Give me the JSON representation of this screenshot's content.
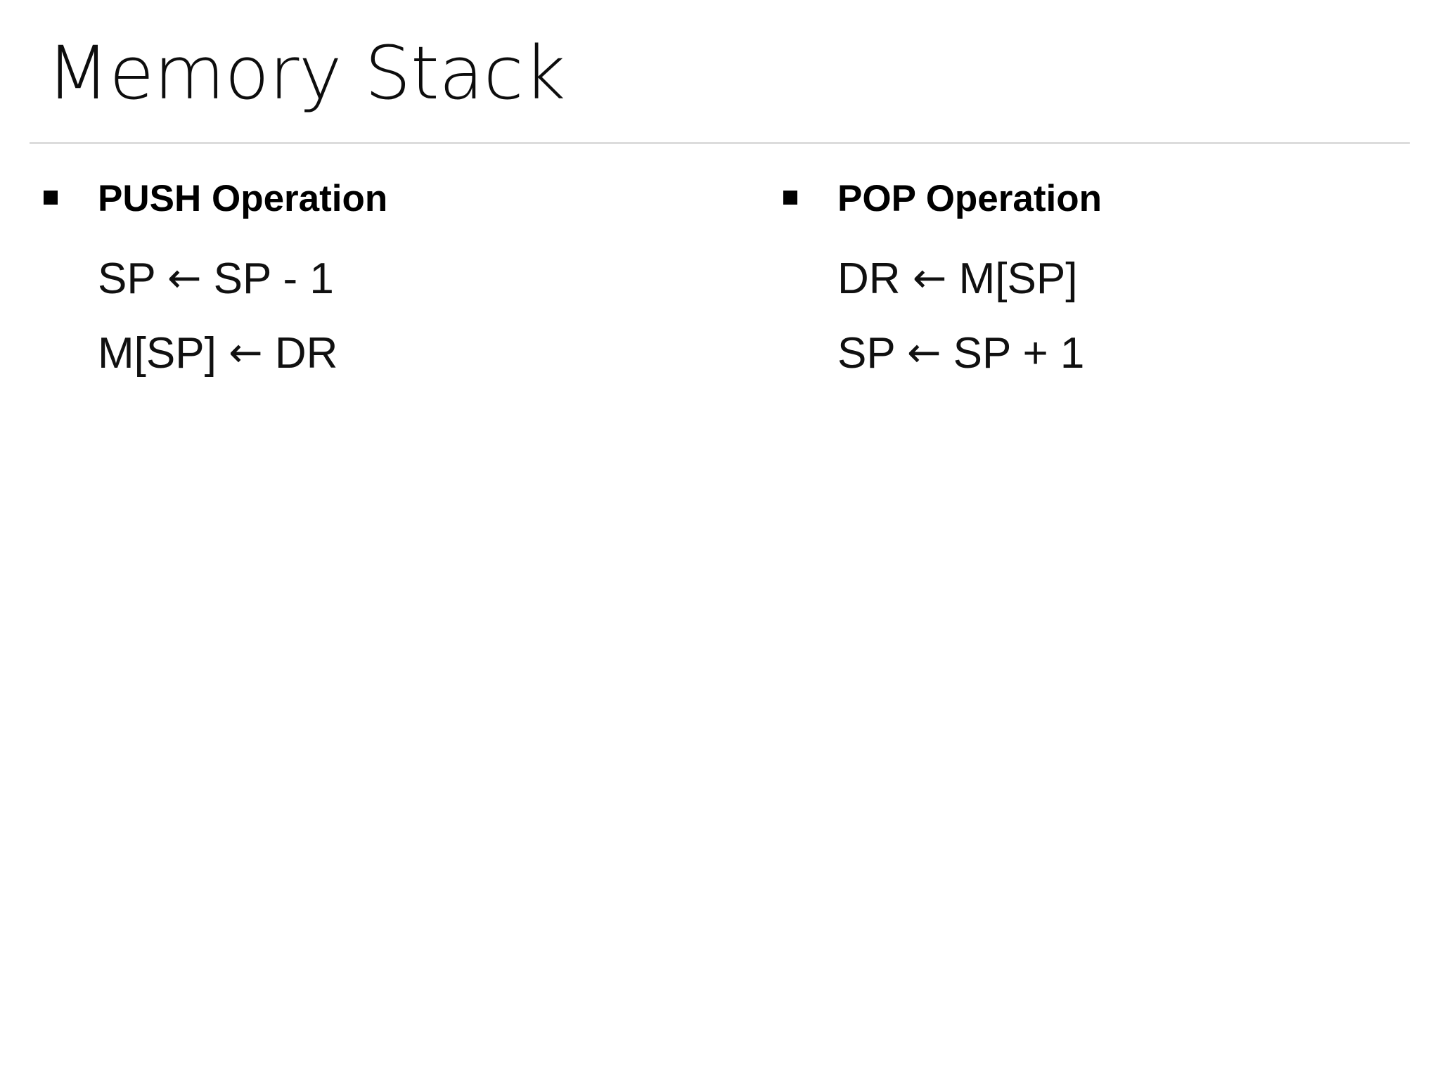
{
  "slide": {
    "title": "Memory Stack",
    "background_color": "#ffffff",
    "text_color": "#000000",
    "rule_color": "#dcdcdc",
    "columns": [
      {
        "bullet_glyph": "square-bullet",
        "heading": "PUSH Operation",
        "lines": [
          {
            "left": "SP",
            "arrow": "←",
            "right": "SP - 1",
            "full": "SP ← SP - 1"
          },
          {
            "left": "M[SP]",
            "arrow": "←",
            "right": "DR",
            "full": "M[SP] ← DR"
          }
        ]
      },
      {
        "bullet_glyph": "square-bullet",
        "heading": "POP Operation",
        "lines": [
          {
            "left": "DR",
            "arrow": "←",
            "right": "M[SP]",
            "full": "DR ← M[SP]"
          },
          {
            "left": "SP",
            "arrow": "←",
            "right": "SP + 1",
            "full": "SP ← SP + 1"
          }
        ]
      }
    ]
  }
}
